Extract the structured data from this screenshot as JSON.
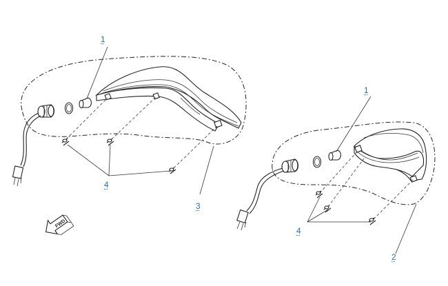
{
  "callouts": {
    "c1_left": "1",
    "c1_right": "1",
    "c2": "2",
    "c3": "3",
    "c4_left": "4",
    "c4_right": "4"
  },
  "fwd_badge": "FWD",
  "colors": {
    "callout": "#2a6fb5",
    "line": "#222222",
    "background": "#ffffff"
  }
}
